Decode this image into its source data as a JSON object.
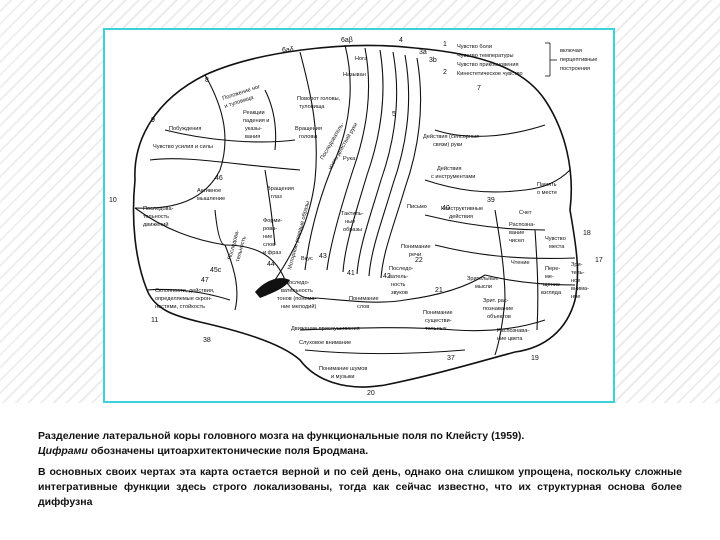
{
  "figure": {
    "labels": {
      "num_6ab": "6aβ",
      "num_6ad": "6aδ",
      "num_4": "4",
      "num_3a": "3a",
      "num_3b": "3b",
      "num_1": "1",
      "num_2": "2",
      "num_5": "5",
      "num_7": "7",
      "num_8": "8",
      "num_9": "9",
      "num_10": "10",
      "num_11": "11",
      "num_17": "17",
      "num_18": "18",
      "num_19": "19",
      "num_20": "20",
      "num_21": "21",
      "num_22": "22",
      "num_37": "37",
      "num_38": "38",
      "num_39": "39",
      "num_40": "40",
      "num_41": "41",
      "num_42": "42",
      "num_43": "43",
      "num_44": "44",
      "num_45c": "45c",
      "num_46": "46",
      "num_47": "47",
      "lbl_noga": "Нога",
      "lbl_nazyvanie": "Называн",
      "lbl_pain": "Чувство боли",
      "lbl_temp": "Чувство температуры",
      "lbl_touch": "Чувство прикосновения",
      "lbl_kinest": "Кинестетическое чувство",
      "lbl_bracket1": "включая",
      "lbl_bracket2": "перцептивные",
      "lbl_bracket3": "построения",
      "lbl_turn1": "Поворот головы,",
      "lbl_turn2": "туловища",
      "lbl_reactions1": "Реакции",
      "lbl_reactions2": "падения и",
      "lbl_reactions3": "указы-",
      "lbl_reactions4": "вания",
      "lbl_rot_head1": "Вращения",
      "lbl_rot_head2": "головы",
      "lbl_impulse": "Побуждения",
      "lbl_effort": "Чувство усилия и силы",
      "lbl_actions1": "Действия (сенсорные",
      "lbl_actions2": "связи) руки",
      "lbl_ruka": "Рука",
      "lbl_actions_tool1": "Действия",
      "lbl_actions_tool2": "с инструментами",
      "lbl_active1": "Активное",
      "lbl_active2": "мышление",
      "lbl_rot_eyes1": "Вращения",
      "lbl_rot_eyes2": "глаз",
      "lbl_seq1": "Последова-",
      "lbl_seq2": "тельность",
      "lbl_seq3": "движений",
      "lbl_form1": "Форми-",
      "lbl_form2": "рова-",
      "lbl_form3": "ние",
      "lbl_form4": "слов",
      "lbl_form5": "и фраз",
      "lbl_taste": "Вкус",
      "lbl_tactile1": "Тактиль-",
      "lbl_tactile2": "ные",
      "lbl_tactile3": "образы",
      "lbl_pisma": "Письмо",
      "lbl_construct1": "Конструктивные",
      "lbl_construct2": "действия",
      "lbl_memory1": "Память",
      "lbl_memory2": "о месте",
      "lbl_count": "Счет",
      "lbl_recog1": "Распозна-",
      "lbl_recog2": "вание",
      "lbl_recog3": "чисел",
      "lbl_reading": "Чтение",
      "lbl_place1": "Чувство",
      "lbl_place2": "места",
      "lbl_understand1": "Понимание",
      "lbl_understand2": "речи",
      "lbl_seq_sounds1": "Последо-",
      "lbl_seq_sounds2": "ватель-",
      "lbl_seq_sounds3": "ность",
      "lbl_seq_sounds4": "звуков",
      "lbl_visual1": "Зрительные",
      "lbl_visual2": "мысли",
      "lbl_gaze1": "Пере-",
      "lbl_gaze2": "ме-",
      "lbl_gaze3": "щение",
      "lbl_gaze4": "взгляда",
      "lbl_zr1": "Зри-",
      "lbl_zr2": "тель-",
      "lbl_zr3": "ное",
      "lbl_zr4": "внима-",
      "lbl_zr5": "ние",
      "lbl_percept1": "Зрит. рас-",
      "lbl_percept2": "познавание",
      "lbl_percept3": "объектов",
      "lbl_recog_col1": "Распознава-",
      "lbl_recog_col2": "ние цвета",
      "lbl_sub1": "Понимание",
      "lbl_sub2": "существи-",
      "lbl_sub3": "тельных",
      "lbl_tones1": "Последо-",
      "lbl_tones2": "вательность",
      "lbl_tones3": "тонов (понима-",
      "lbl_tones4": "ние мелодий)",
      "lbl_words1": "Понимание",
      "lbl_words2": "слов",
      "lbl_mov_attention": "Движение прислушивания",
      "lbl_auditory": "Слуховое внимание",
      "lbl_noise1": "Понимание шумов",
      "lbl_noise2": "и музыки",
      "lbl_skill1": "Склонности, действия,",
      "lbl_skill2": "определяемые скрон-",
      "lbl_skill3": "ностями, стойкость",
      "lbl_fronto1": "Последова-",
      "lbl_fronto2": "тельность",
      "lbl_motor_speech": "Моторные речевые образы",
      "lbl_handdev": "Последователь-",
      "lbl_handdev2": "ность действий руки",
      "lbl_pose1": "Положение ног",
      "lbl_pose2": "и туловища"
    }
  },
  "caption": {
    "line1": "Разделение латеральной коры головного мозга на функциональные поля по Клейсту (1959).",
    "line2_italic": "Цифрами",
    "line2_rest": " обозначены цитоархитектонические поля Бродмана.",
    "para": "В основных своих чертах эта карта остается верной и по сей день, однако она слишком упрощена, поскольку сложные интегративные функции здесь строго локализованы, тогда как сейчас известно, что их структурная основа более диффузна"
  }
}
